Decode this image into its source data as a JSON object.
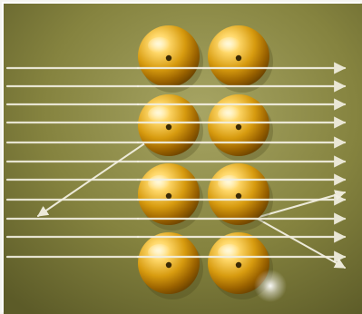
{
  "image": {
    "subject": "rays-passing-through-atomic-lattice",
    "background_color": "#6f6f33",
    "background_highlight": "#a2a05f",
    "ray_color": "#f3f0e2",
    "sphere_color": "#d39a10",
    "sphere_highlight": "#ffe27a",
    "sphere_shadow": "#7a4e00",
    "lattice": {
      "columns": 2,
      "rows": 4
    },
    "rays": {
      "horizontal_count": 11,
      "deflected_count": 3
    }
  }
}
